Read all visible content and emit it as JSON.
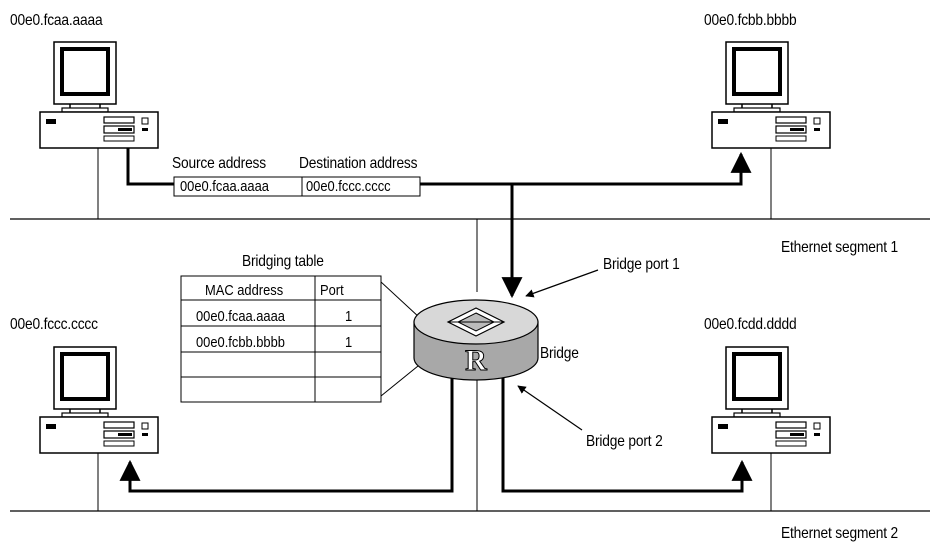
{
  "hosts": {
    "host_a": "00e0.fcaa.aaaa",
    "host_b": "00e0.fcbb.bbbb",
    "host_c": "00e0.fccc.cccc",
    "host_d": "00e0.fcdd.dddd"
  },
  "frame": {
    "source_header": "Source address",
    "destination_header": "Destination address",
    "source_value": "00e0.fcaa.aaaa",
    "destination_value": "00e0.fccc.cccc"
  },
  "bridging_table": {
    "title": "Bridging table",
    "columns": [
      "MAC address",
      "Port"
    ],
    "rows": [
      [
        "00e0.fcaa.aaaa",
        "1"
      ],
      [
        "00e0.fcbb.bbbb",
        "1"
      ],
      [
        "",
        ""
      ],
      [
        "",
        ""
      ]
    ]
  },
  "bridge": {
    "label": "Bridge",
    "icon_letter": "R",
    "port1_label": "Bridge port 1",
    "port2_label": "Bridge port 2"
  },
  "segments": {
    "segment1": "Ethernet segment 1",
    "segment2": "Ethernet segment 2"
  },
  "colors": {
    "line": "#000000",
    "router_top": "#d8d8d8",
    "router_side": "#a8a8a8"
  }
}
